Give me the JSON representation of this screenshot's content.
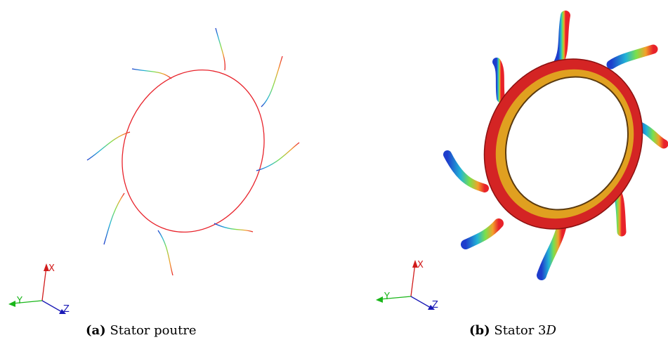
{
  "figure": {
    "panels": [
      {
        "id": "a",
        "tag": "(a)",
        "caption_text": "Stator poutre",
        "axes": {
          "x_label": "X",
          "y_label": "Y",
          "z_label": "Z"
        }
      },
      {
        "id": "b",
        "tag": "(b)",
        "caption_prefix": "Stator 3",
        "caption_italic": "D",
        "axes": {
          "x_label": "X",
          "y_label": "Y",
          "z_label": "Z"
        }
      }
    ],
    "colors": {
      "ring_red": "#e8222a",
      "beam_gradient": [
        "#1e3dcc",
        "#22b3d6",
        "#7ce04a",
        "#f2a12a",
        "#e8222a"
      ],
      "axis_x": "#d11b1b",
      "axis_y": "#1ab61a",
      "axis_z": "#1a1ab6"
    }
  }
}
